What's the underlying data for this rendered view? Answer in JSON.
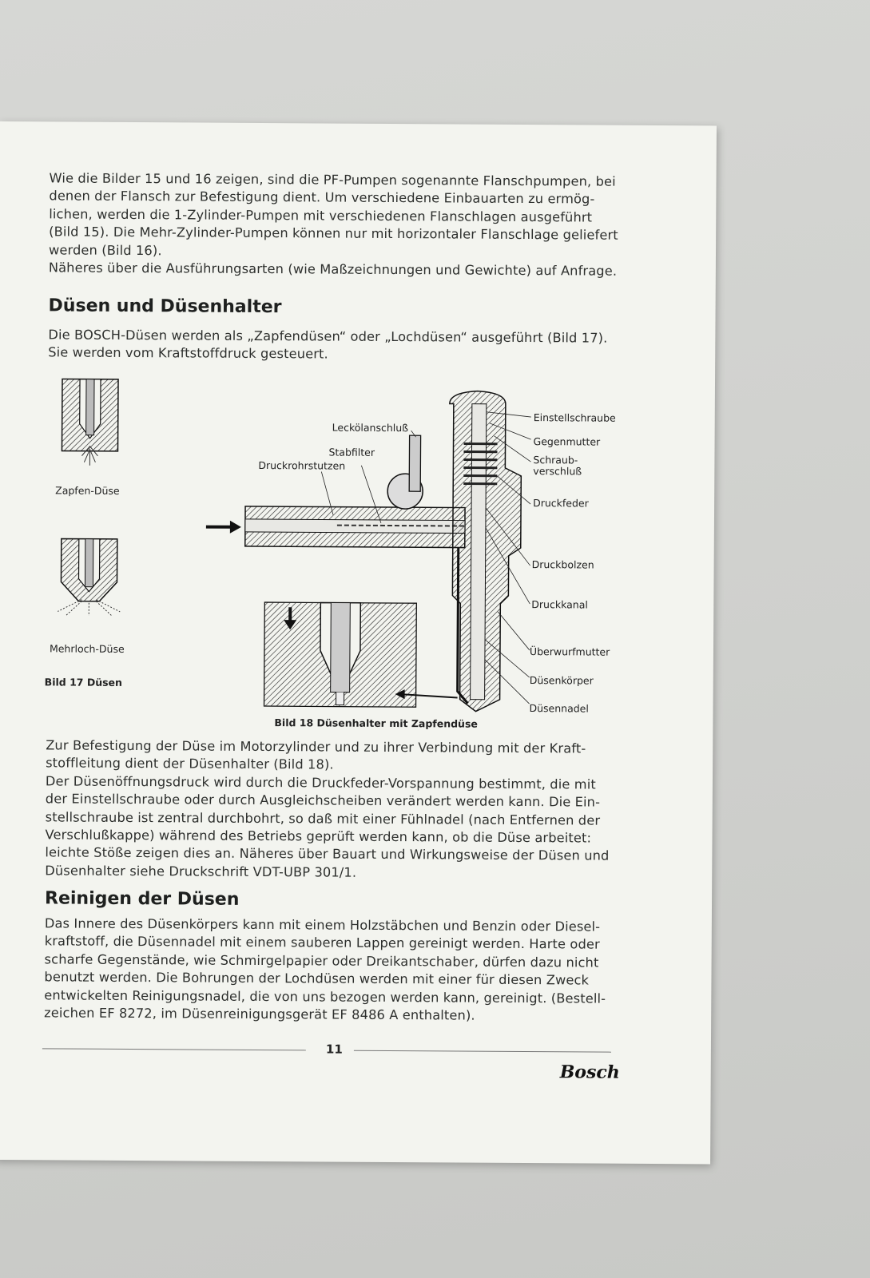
{
  "intro_lines": [
    "Wie die Bilder 15 und 16 zeigen, sind die PF-Pumpen sogenannte Flanschpumpen, bei",
    "denen der Flansch zur Befestigung dient. Um verschiedene Einbauarten zu ermög-",
    "lichen, werden die 1-Zylinder-Pumpen mit verschiedenen Flanschlagen ausgeführt",
    "(Bild 15). Die Mehr-Zylinder-Pumpen können nur mit horizontaler Flanschlage geliefert",
    "werden (Bild 16).",
    "Näheres über die Ausführungsarten (wie Maßzeichnungen und Gewichte) auf Anfrage."
  ],
  "heading_1": "Düsen und Düsenhalter",
  "nozzles_lines": [
    "Die BOSCH-Düsen werden als „Zapfendüsen“ oder „Lochdüsen“ ausgeführt (Bild 17).",
    "Sie werden vom Kraftstoffdruck gesteuert."
  ],
  "figure_17": {
    "label_zapfen": "Zapfen-Düse",
    "label_mehrloch": "Mehrloch-Düse",
    "caption": "Bild 17  Düsen"
  },
  "figure_18": {
    "labels": {
      "leckoel": "Leckölanschluß",
      "stabfilter": "Stabfilter",
      "druckrohr": "Druckrohrstutzen",
      "einstell": "Einstellschraube",
      "gegenmutter": "Gegenmutter",
      "schraub1": "Schraub-",
      "schraub2": "verschluß",
      "druckfeder": "Druckfeder",
      "druckbolzen": "Druckbolzen",
      "druckkanal": "Druckkanal",
      "ueberwurf": "Überwurfmutter",
      "duesenkoerper": "Düsenkörper",
      "duesennadel": "Düsennadel"
    },
    "caption": "Bild 18   Düsenhalter mit Zapfendüse"
  },
  "mount_lines": [
    "Zur Befestigung der Düse im Motorzylinder und zu ihrer Verbindung mit der Kraft-",
    "stoffleitung dient der Düsenhalter (Bild 18).",
    "Der Düsenöffnungsdruck wird durch die Druckfeder-Vorspannung bestimmt, die mit",
    "der Einstellschraube oder durch Ausgleichscheiben verändert werden kann. Die Ein-",
    "stellschraube ist zentral durchbohrt, so daß mit einer Fühlnadel (nach Entfernen der",
    "Verschlußkappe) während des Betriebs geprüft werden kann, ob die Düse arbeitet:",
    "leichte Stöße zeigen dies an. Näheres über Bauart und Wirkungsweise der Düsen und",
    "Düsenhalter siehe Druckschrift VDT-UBP 301/1."
  ],
  "heading_2": "Reinigen der Düsen",
  "cleaning_lines": [
    "Das Innere des Düsenkörpers kann mit einem Holzstäbchen und Benzin oder Diesel-",
    "kraftstoff, die Düsennadel mit einem sauberen Lappen gereinigt werden. Harte oder",
    "scharfe Gegenstände, wie Schmirgelpapier oder Dreikantschaber, dürfen dazu nicht",
    "benutzt werden. Die Bohrungen der Lochdüsen werden mit einer für diesen Zweck",
    "entwickelten Reinigungsnadel, die von uns bezogen werden kann, gereinigt. (Bestell-",
    "zeichen EF 8272, im Düsenreinigungsgerät EF 8486 A enthalten)."
  ],
  "page_number": "11",
  "brand": "Bosch"
}
